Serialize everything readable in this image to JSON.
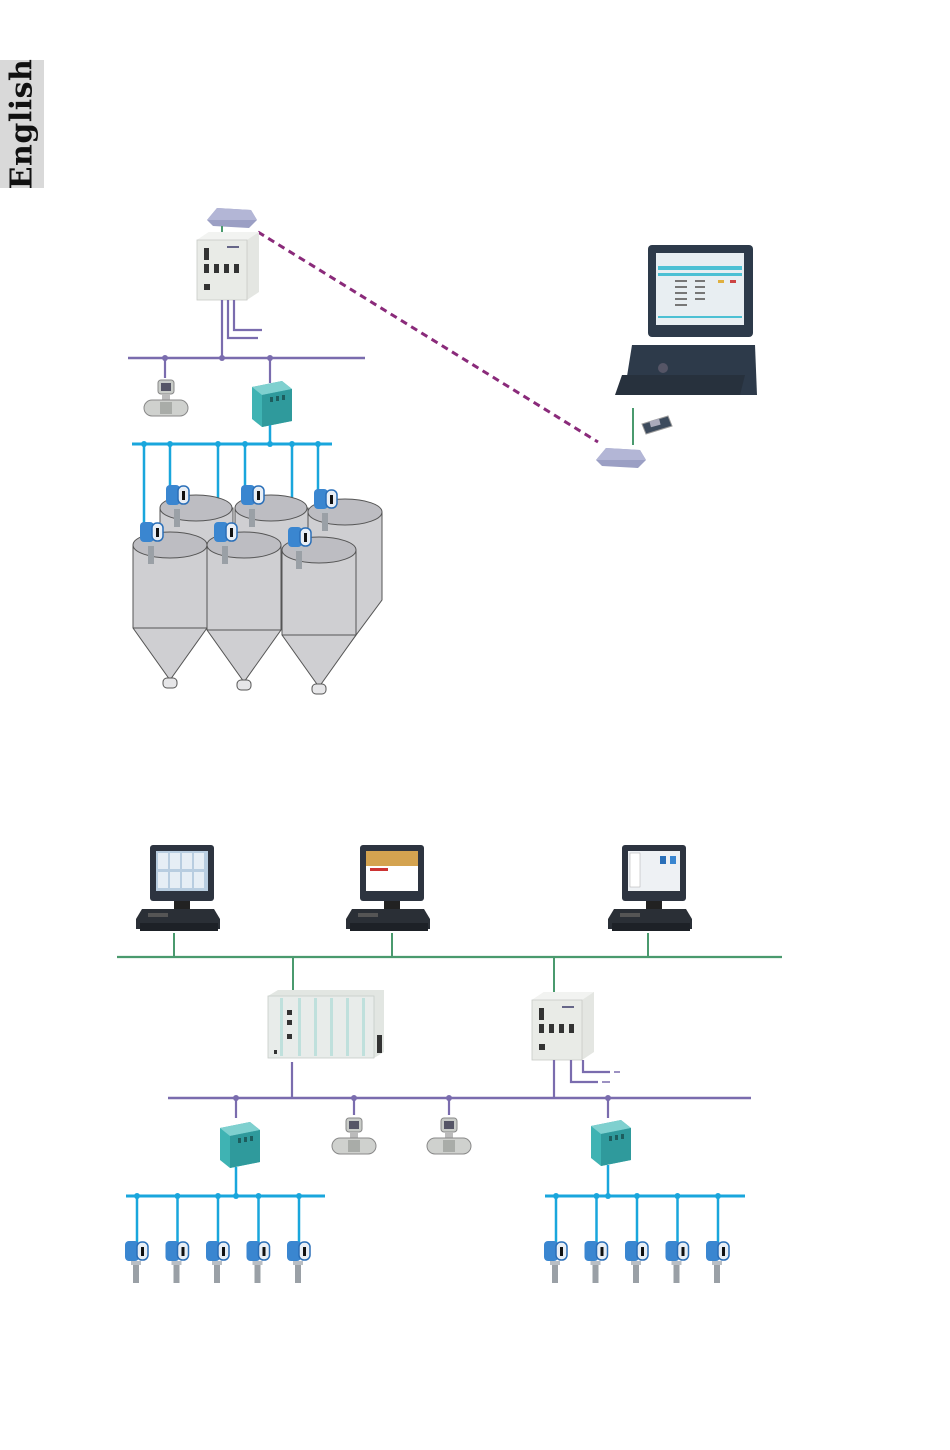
{
  "sidebar_tab": {
    "label": "English"
  },
  "colors": {
    "ethernet": "#4a9a6e",
    "fieldbus_upper": "#7a6cae",
    "fieldbus_lower": "#19a6dc",
    "wireless_link": "#8a2a7a",
    "silo_fill": "#cfcfd2",
    "silo_stroke": "#555555",
    "segment_coupler": "#3fb3b3",
    "transmitter": "#3a86d0",
    "device_gray": "#d6d8d4",
    "pc_dark": "#2d3a4a",
    "modem": "#9b9fc4"
  },
  "diagram_top": {
    "description": "Remote access: gateway with modem, wireless link to PC; fieldbus with flowmeter and segment coupler; 6 silos with level transmitters",
    "devices": [
      {
        "id": "modem-local",
        "type": "modem"
      },
      {
        "id": "gateway",
        "type": "controller"
      },
      {
        "id": "flowmeter",
        "type": "flowmeter"
      },
      {
        "id": "segment-coupler",
        "type": "segment-coupler"
      },
      {
        "id": "workstation",
        "type": "pc"
      },
      {
        "id": "modem-remote",
        "type": "modem"
      },
      {
        "id": "pc-card",
        "type": "interface-card"
      }
    ],
    "silos": {
      "count": 6,
      "transmitters": 6
    }
  },
  "diagram_bottom": {
    "description": "Plant network: 3 workstations on Ethernet, PLC and gateway; upper fieldbus with 2 segment couplers and 2 flowmeters; 2 lower segments with 5 transmitters each",
    "workstations": [
      {
        "id": "pc-1",
        "screen": "trend-grid"
      },
      {
        "id": "pc-2",
        "screen": "splash"
      },
      {
        "id": "pc-3",
        "screen": "config-dialog"
      }
    ],
    "controllers": [
      {
        "id": "plc",
        "type": "plc-rack"
      },
      {
        "id": "gateway-2",
        "type": "controller"
      }
    ],
    "field_devices": [
      {
        "id": "coupler-left",
        "type": "segment-coupler"
      },
      {
        "id": "flowmeter-1",
        "type": "flowmeter"
      },
      {
        "id": "flowmeter-2",
        "type": "flowmeter"
      },
      {
        "id": "coupler-right",
        "type": "segment-coupler"
      }
    ],
    "segments": [
      {
        "id": "segment-left",
        "transmitters": 5
      },
      {
        "id": "segment-right",
        "transmitters": 5
      }
    ]
  }
}
